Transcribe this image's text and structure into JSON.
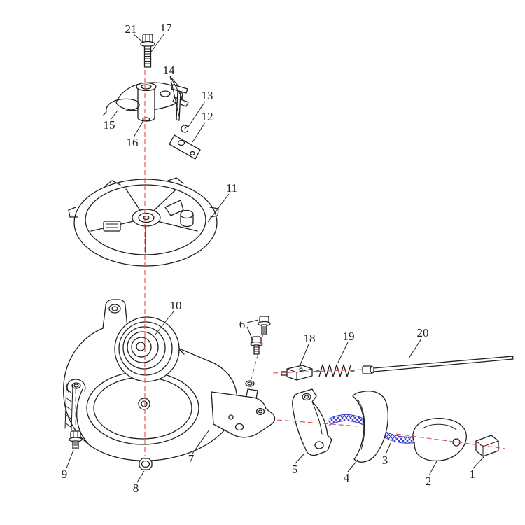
{
  "diagram": {
    "kind": "exploded-parts-diagram",
    "colors": {
      "line": "#1f1f1f",
      "centerline": "#e04b4b",
      "rope": "#3a3ccc",
      "background": "#ffffff"
    },
    "labels": {
      "p1": "1",
      "p2": "2",
      "p3": "3",
      "p4": "4",
      "p5": "5",
      "p6": "6",
      "p7": "7",
      "p8": "8",
      "p9": "9",
      "p10": "10",
      "p11": "11",
      "p12": "12",
      "p13": "13",
      "p14": "14",
      "p15": "15",
      "p16": "16",
      "p17": "17",
      "p18": "18",
      "p19": "19",
      "p20": "20",
      "p21": "21"
    }
  }
}
